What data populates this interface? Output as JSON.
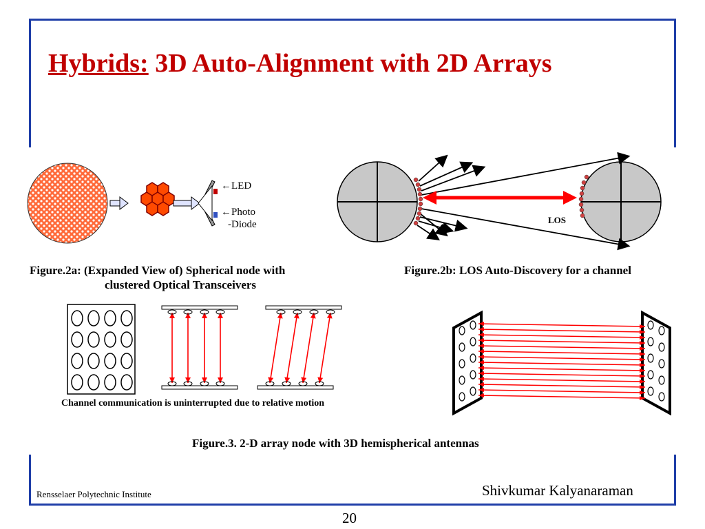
{
  "slide": {
    "title_lead": "Hybrids:",
    "title_rest": " 3D Auto-Alignment with 2D Arrays"
  },
  "fig2a": {
    "led_label": "←LED",
    "photo_label": "←Photo",
    "diode_label": "-Diode",
    "caption_line1": "Figure.2a: (Expanded View of) Spherical node with",
    "caption_line2": "clustered Optical Transceivers"
  },
  "fig2b": {
    "los_label": "LOS",
    "caption": "Figure.2b: LOS Auto-Discovery for a channel"
  },
  "fig3": {
    "motion_caption": "Channel communication is uninterrupted due to relative motion",
    "caption": "Figure.3. 2-D array node with 3D hemispherical antennas"
  },
  "footer": {
    "institution": "Rensselaer Polytechnic Institute",
    "author": "Shivkumar Kalyanaraman",
    "page_number": "20"
  },
  "colors": {
    "frame": "#1f3ea8",
    "title": "#c00000",
    "node_fill": "#c8c8c8",
    "arrow_red": "#ff0000",
    "cluster_orange": "#ff4a00",
    "sphere_orange": "#ff6a3a"
  }
}
